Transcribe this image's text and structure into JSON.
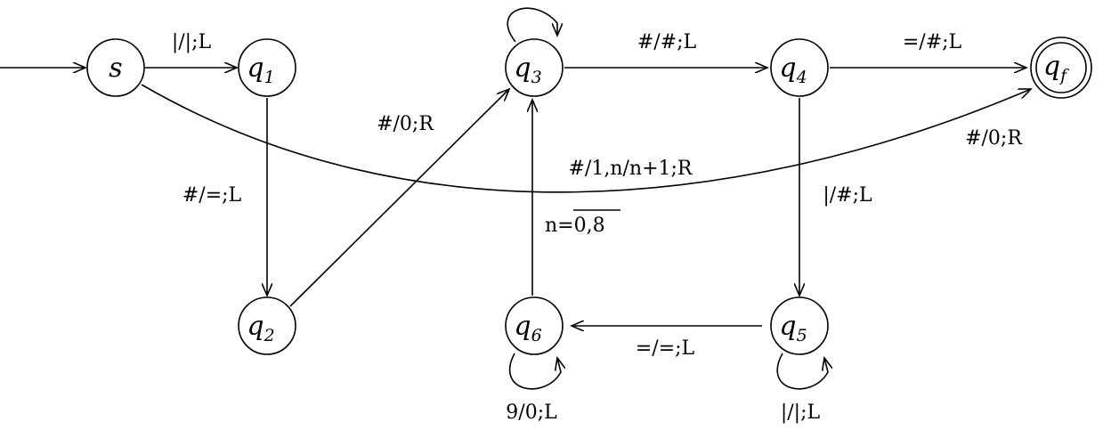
{
  "nodes": [
    {
      "id": "s",
      "name": "s",
      "sub": ""
    },
    {
      "id": "q1",
      "name": "q",
      "sub": "1"
    },
    {
      "id": "q2",
      "name": "q",
      "sub": "2"
    },
    {
      "id": "q3",
      "name": "q",
      "sub": "3"
    },
    {
      "id": "q4",
      "name": "q",
      "sub": "4"
    },
    {
      "id": "q5",
      "name": "q",
      "sub": "5"
    },
    {
      "id": "q6",
      "name": "q",
      "sub": "6"
    },
    {
      "id": "qf",
      "name": "q",
      "sub": "f",
      "accepting": true
    }
  ],
  "edges": [
    {
      "from": "s",
      "to": "q1",
      "label": "|/|;L"
    },
    {
      "from": "q1",
      "to": "q2",
      "label": "#/=;L"
    },
    {
      "from": "q2",
      "to": "q3",
      "label": "#/0;R"
    },
    {
      "from": "q3",
      "to": "q3",
      "label": ""
    },
    {
      "from": "q3",
      "to": "q4",
      "label": "#/#;L"
    },
    {
      "from": "q4",
      "to": "qf",
      "label": "=/#;L"
    },
    {
      "from": "s",
      "to": "qf",
      "label": "#/0;R"
    },
    {
      "from": "q4",
      "to": "q5",
      "label": "|/#;L"
    },
    {
      "from": "q5",
      "to": "q5",
      "label": "|/|;L"
    },
    {
      "from": "q5",
      "to": "q6",
      "label": "=/=;L"
    },
    {
      "from": "q6",
      "to": "q6",
      "label": "9/0;L"
    },
    {
      "from": "q6",
      "to": "q3",
      "label": "#/1,n/n+1;R"
    }
  ],
  "annotations": [
    {
      "id": "n-range",
      "label": "n=0,8"
    }
  ]
}
